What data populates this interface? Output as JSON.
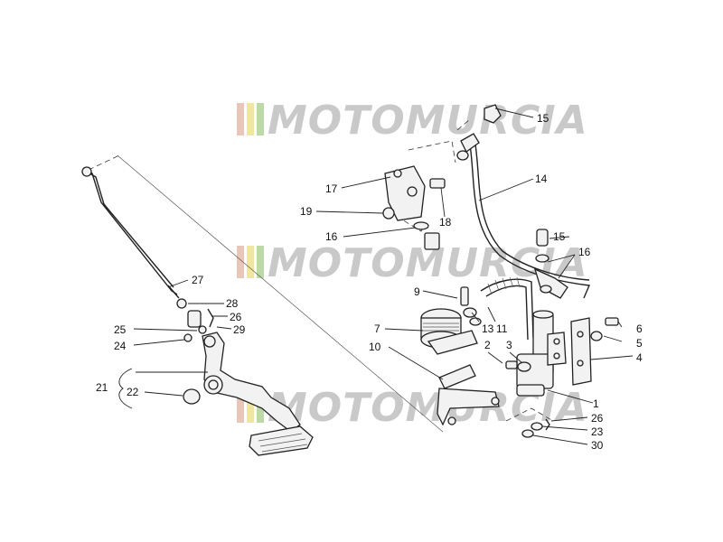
{
  "watermark": {
    "text": "MOTOMURCIA",
    "stripe_colors": [
      "#e9c6b7",
      "#f0e6a0",
      "#bcd9a8"
    ]
  },
  "callouts": {
    "c1": "1",
    "c2": "2",
    "c3": "3",
    "c4": "4",
    "c5": "5",
    "c6": "6",
    "c7": "7",
    "c9": "9",
    "c10": "10",
    "c11": "11",
    "c13": "13",
    "c14": "14",
    "c15a": "15",
    "c15b": "15",
    "c16a": "16",
    "c16b": "16",
    "c17": "17",
    "c18": "18",
    "c19": "19",
    "c21": "21",
    "c22": "22",
    "c23": "23",
    "c24": "24",
    "c25": "25",
    "c26a": "26",
    "c26b": "26",
    "c27": "27",
    "c28": "28",
    "c29": "29",
    "c30": "30"
  }
}
